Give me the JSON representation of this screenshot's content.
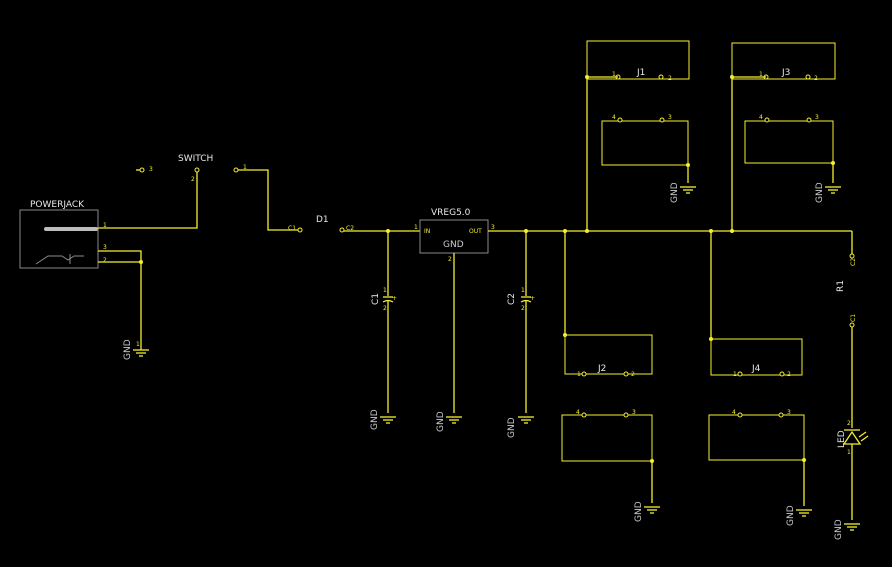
{
  "colors": {
    "background": "#000000",
    "wire": "#f4ef2f",
    "component_outline": "#8a8a8a",
    "text": "#e8e8e8"
  },
  "labels": {
    "powerjack": "POWERJACK",
    "switch": "SWITCH",
    "d1": "D1",
    "vreg": "VREG5.0",
    "vreg_gnd": "GND",
    "vreg_in": "IN",
    "vreg_out": "OUT",
    "c1": "C1",
    "c2": "C2",
    "r1": "R1",
    "led": "LED",
    "j1": "J1",
    "j2": "J2",
    "j3": "J3",
    "j4": "J4",
    "gnd": "GND",
    "plus": "+",
    "pin1": "1",
    "pin2": "2",
    "pin3": "3",
    "pin4": "4",
    "c1_pin": "C1",
    "c2_pin": "C2"
  }
}
